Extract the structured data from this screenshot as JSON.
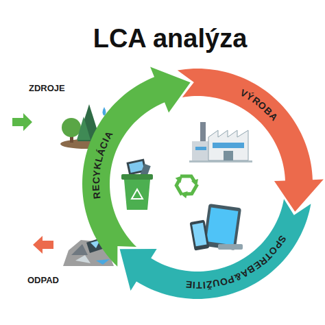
{
  "diagram": {
    "title": "LCA analýza",
    "nodes": [
      {
        "text": [
          "VÝROBA"
        ]
      },
      {
        "text": [
          "SPOTREBA&POUŽITIE"
        ]
      },
      {
        "text": [
          "RECYKLÁCIA"
        ]
      }
    ],
    "labels": [
      "ZDROJE",
      "ODPAD"
    ]
  }
}
